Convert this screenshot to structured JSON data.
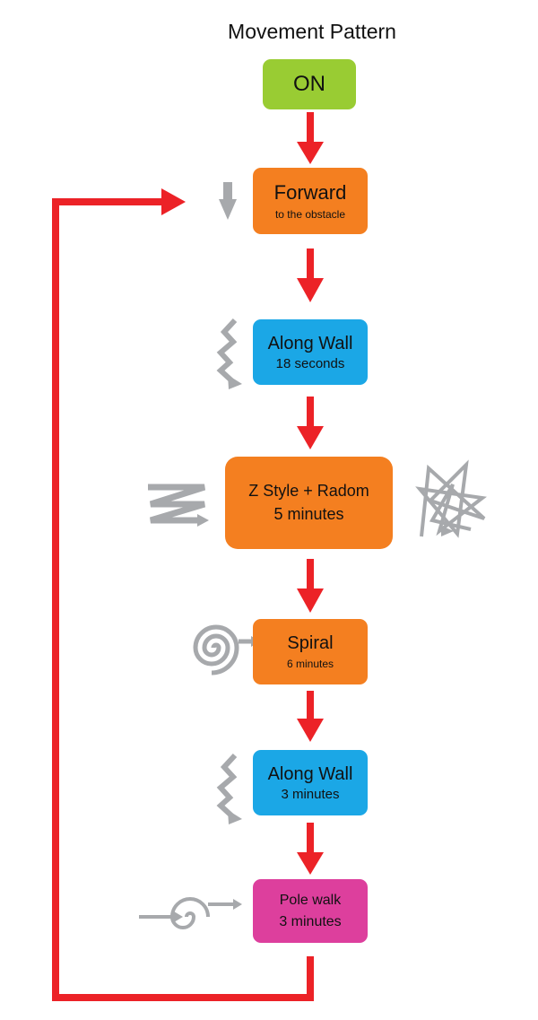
{
  "title": "Movement Pattern",
  "colors": {
    "start": "#99cc33",
    "orange": "#f47f20",
    "blue": "#1ba7e6",
    "magenta": "#dd3f9d",
    "arrow": "#ec2227",
    "icon": "#a7a9ac"
  },
  "nodes": [
    {
      "label": "ON",
      "sublabel": "",
      "color": "start"
    },
    {
      "label": "Forward",
      "sublabel": "to the obstacle",
      "color": "orange",
      "icon": "down-arrow-icon"
    },
    {
      "label": "Along Wall",
      "sublabel": "18 seconds",
      "color": "blue",
      "icon": "zigzag-wall-icon"
    },
    {
      "label": "Z Style + Radom",
      "sublabel": "5 minutes",
      "color": "orange",
      "icon": "z-pattern-icon",
      "icon2": "random-pattern-icon"
    },
    {
      "label": "Spiral",
      "sublabel": "6 minutes",
      "color": "orange",
      "icon": "spiral-icon"
    },
    {
      "label": "Along Wall",
      "sublabel": "3 minutes",
      "color": "blue",
      "icon": "zigzag-wall-icon"
    },
    {
      "label": "Pole walk",
      "sublabel": "3 minutes",
      "color": "magenta",
      "icon": "pole-walk-icon"
    }
  ]
}
